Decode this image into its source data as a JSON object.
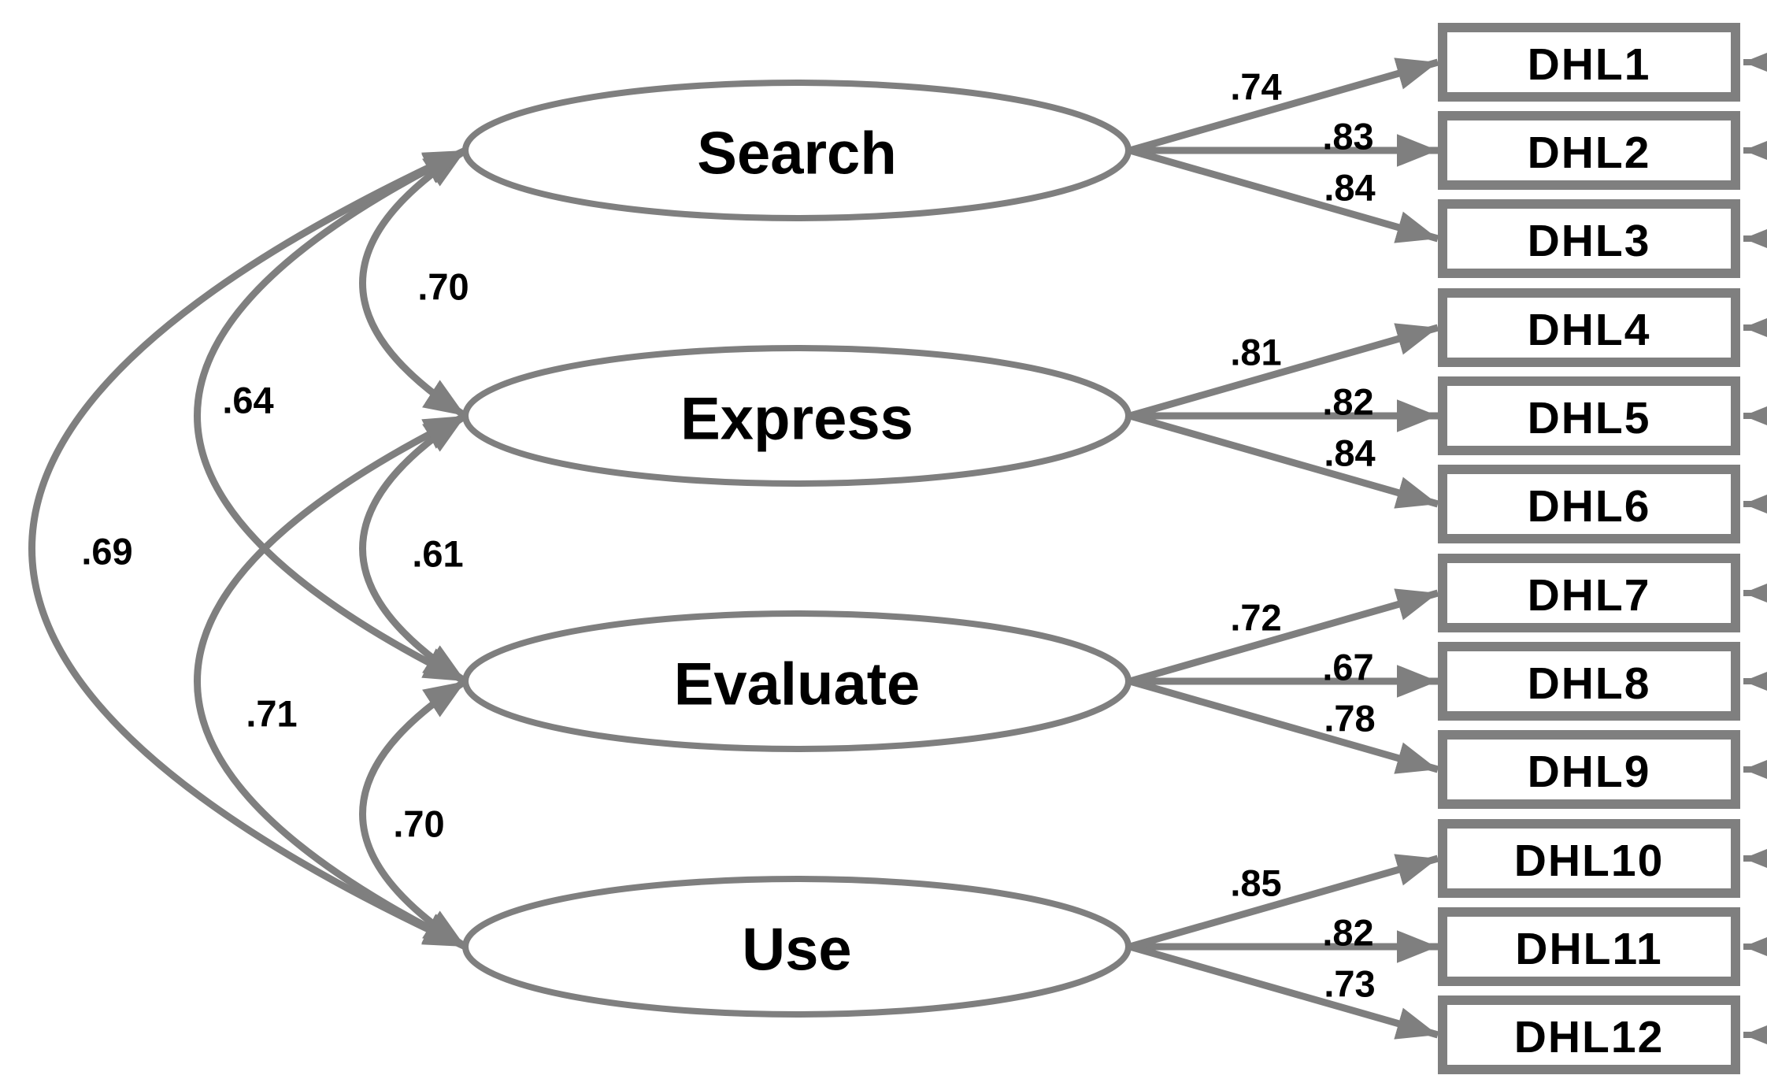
{
  "diagram": {
    "kind": "confirmatory-factor-analysis-path-diagram",
    "factors": [
      {
        "label": "Search",
        "indicators": [
          {
            "label": "DHL1",
            "loading": ".74"
          },
          {
            "label": "DHL2",
            "loading": ".83"
          },
          {
            "label": "DHL3",
            "loading": ".84"
          }
        ]
      },
      {
        "label": "Express",
        "indicators": [
          {
            "label": "DHL4",
            "loading": ".81"
          },
          {
            "label": "DHL5",
            "loading": ".82"
          },
          {
            "label": "DHL6",
            "loading": ".84"
          }
        ]
      },
      {
        "label": "Evaluate",
        "indicators": [
          {
            "label": "DHL7",
            "loading": ".72"
          },
          {
            "label": "DHL8",
            "loading": ".67"
          },
          {
            "label": "DHL9",
            "loading": ".78"
          }
        ]
      },
      {
        "label": "Use",
        "indicators": [
          {
            "label": "DHL10",
            "loading": ".85"
          },
          {
            "label": "DHL11",
            "loading": ".82"
          },
          {
            "label": "DHL12",
            "loading": ".73"
          }
        ]
      }
    ],
    "covariances": [
      {
        "from": "Search",
        "to": "Express",
        "value": ".70"
      },
      {
        "from": "Search",
        "to": "Evaluate",
        "value": ".64"
      },
      {
        "from": "Search",
        "to": "Use",
        "value": ".69"
      },
      {
        "from": "Express",
        "to": "Evaluate",
        "value": ".61"
      },
      {
        "from": "Express",
        "to": "Use",
        "value": ".71"
      },
      {
        "from": "Evaluate",
        "to": "Use",
        "value": ".70"
      }
    ],
    "colors": {
      "line": "#7f7f7f",
      "text": "#000000",
      "background": "#ffffff"
    }
  }
}
